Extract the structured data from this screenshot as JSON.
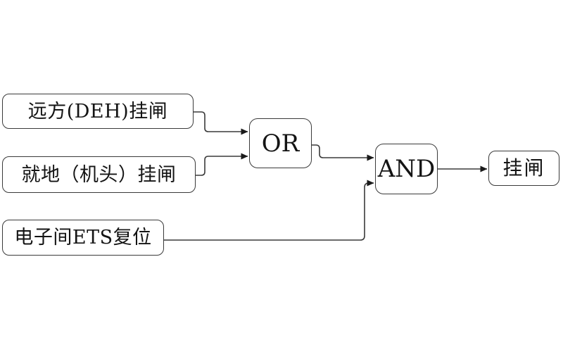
{
  "diagram": {
    "type": "logic-flow",
    "colors": {
      "background": "#ffffff",
      "line": "#3a3a3a",
      "box_border": "#3a3a3a",
      "text": "#141414"
    },
    "nodes": [
      {
        "id": "remote-deh",
        "label": "远方(DEH)挂闸",
        "role": "input"
      },
      {
        "id": "local-jitou",
        "label": "就地（机头）挂闸",
        "role": "input"
      },
      {
        "id": "ets-reset",
        "label": "电子间ETS复位",
        "role": "input"
      },
      {
        "id": "or-gate",
        "label": "OR",
        "role": "logic-gate"
      },
      {
        "id": "and-gate",
        "label": "AND",
        "role": "logic-gate"
      },
      {
        "id": "output-guazha",
        "label": "挂闸",
        "role": "output"
      }
    ],
    "edges": [
      {
        "from": "remote-deh",
        "to": "or-gate"
      },
      {
        "from": "local-jitou",
        "to": "or-gate"
      },
      {
        "from": "or-gate",
        "to": "and-gate"
      },
      {
        "from": "ets-reset",
        "to": "and-gate"
      },
      {
        "from": "and-gate",
        "to": "output-guazha"
      }
    ]
  }
}
